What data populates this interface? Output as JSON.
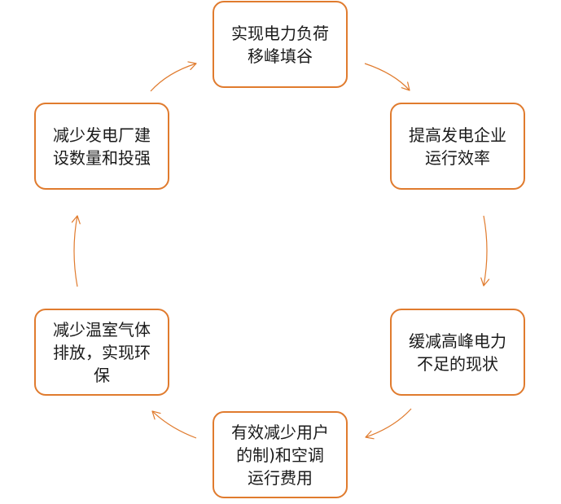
{
  "diagram": {
    "accent_color": "#e07b2e",
    "nodes": [
      {
        "id": "n1",
        "text": "实现电力负荷\n移峰填谷"
      },
      {
        "id": "n2",
        "text": "提高发电企业\n运行效率"
      },
      {
        "id": "n3",
        "text": "缓减高峰电力\n不足的现状"
      },
      {
        "id": "n4",
        "text": "有效减少用户\n的制)和空调\n运行费用"
      },
      {
        "id": "n5",
        "text": "减少温室气体\n排放，实现环\n保"
      },
      {
        "id": "n6",
        "text": "减少发电厂建\n设数量和投强"
      }
    ],
    "edges": [
      {
        "from": "n1",
        "to": "n2"
      },
      {
        "from": "n2",
        "to": "n3"
      },
      {
        "from": "n3",
        "to": "n4"
      },
      {
        "from": "n4",
        "to": "n5"
      },
      {
        "from": "n5",
        "to": "n6"
      },
      {
        "from": "n6",
        "to": "n1"
      }
    ],
    "cycle_direction": "clockwise"
  }
}
